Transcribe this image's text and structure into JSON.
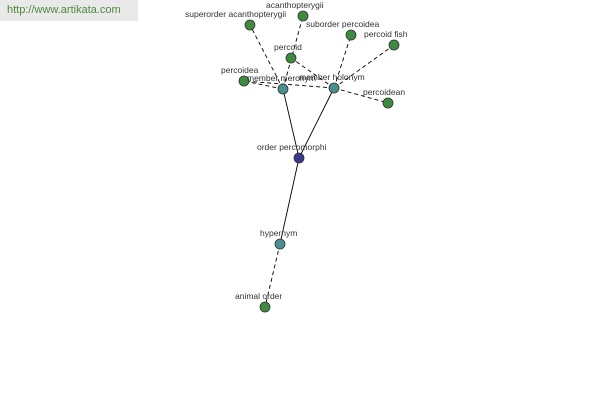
{
  "banner": {
    "text": "http://www.artikata.com"
  },
  "colors": {
    "root": "#3a3a8c",
    "relation": "#4a9090",
    "term": "#3f8a3f"
  },
  "graph": {
    "nodes": [
      {
        "id": "order",
        "label": "order percomorphi",
        "kind": "root"
      },
      {
        "id": "member_meronym",
        "label": "member meronym",
        "kind": "relation"
      },
      {
        "id": "member_holonym",
        "label": "member holonym",
        "kind": "relation"
      },
      {
        "id": "hypernym",
        "label": "hypernym",
        "kind": "relation"
      },
      {
        "id": "acanthopterygii",
        "label": "acanthopterygii",
        "kind": "term"
      },
      {
        "id": "superorder_acanthopterygii",
        "label": "superorder acanthopterygii",
        "kind": "term"
      },
      {
        "id": "suborder_percoidea",
        "label": "suborder percoidea",
        "kind": "term"
      },
      {
        "id": "percoid_fish",
        "label": "percoid fish",
        "kind": "term"
      },
      {
        "id": "percoid",
        "label": "percoid",
        "kind": "term"
      },
      {
        "id": "percoidea",
        "label": "percoidea",
        "kind": "term"
      },
      {
        "id": "percoidean",
        "label": "percoidean",
        "kind": "term"
      },
      {
        "id": "animal_order",
        "label": "animal order",
        "kind": "term"
      }
    ],
    "edges": [
      {
        "from": "order",
        "to": "member_meronym",
        "style": "solid"
      },
      {
        "from": "order",
        "to": "member_holonym",
        "style": "solid"
      },
      {
        "from": "order",
        "to": "hypernym",
        "style": "solid"
      },
      {
        "from": "member_meronym",
        "to": "superorder_acanthopterygii",
        "style": "dashed"
      },
      {
        "from": "member_meronym",
        "to": "acanthopterygii",
        "style": "dashed"
      },
      {
        "from": "member_meronym",
        "to": "percoidea",
        "style": "dashed"
      },
      {
        "from": "member_holonym",
        "to": "suborder_percoidea",
        "style": "dashed"
      },
      {
        "from": "member_holonym",
        "to": "percoid_fish",
        "style": "dashed"
      },
      {
        "from": "member_holonym",
        "to": "percoid",
        "style": "dashed"
      },
      {
        "from": "member_holonym",
        "to": "percoidea",
        "style": "dashed"
      },
      {
        "from": "member_holonym",
        "to": "percoidean",
        "style": "dashed"
      },
      {
        "from": "hypernym",
        "to": "animal_order",
        "style": "dashed"
      }
    ]
  }
}
